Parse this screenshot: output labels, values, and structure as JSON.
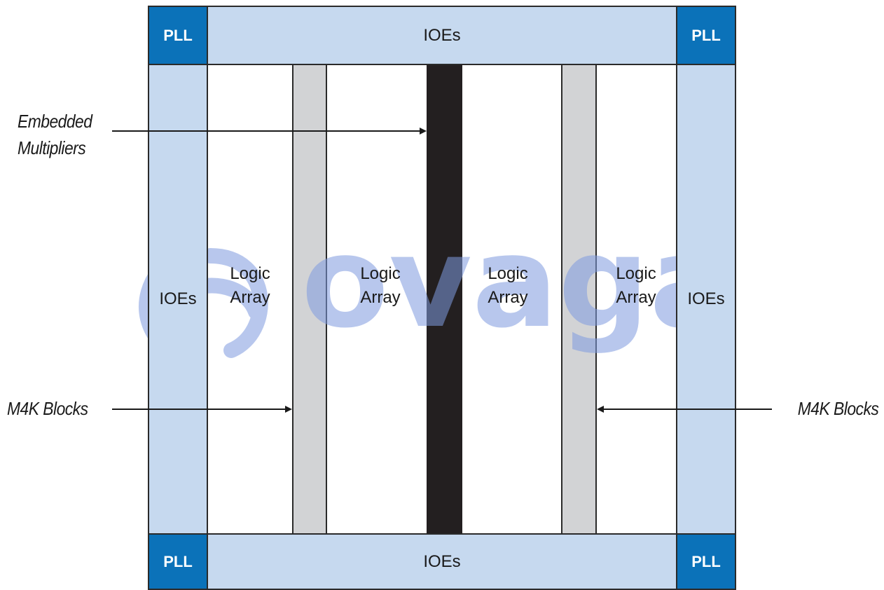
{
  "pll": {
    "tl": "PLL",
    "tr": "PLL",
    "bl": "PLL",
    "br": "PLL"
  },
  "ioe": {
    "top": "IOEs",
    "bottom": "IOEs",
    "left": "IOEs",
    "right": "IOEs"
  },
  "logic_arrays": [
    [
      "Logic",
      "Array"
    ],
    [
      "Logic",
      "Array"
    ],
    [
      "Logic",
      "Array"
    ],
    [
      "Logic",
      "Array"
    ]
  ],
  "callouts": {
    "embedded": [
      "Embedded",
      "Multipliers"
    ],
    "m4k_left": "M4K Blocks",
    "m4k_right": "M4K Blocks"
  },
  "watermark": "ovaga",
  "colors": {
    "pll": "#0b72b9",
    "ioe": "#c6d9ef",
    "m4k": "#d2d3d5",
    "multiplier": "#231f20",
    "watermark": "#7f9be0"
  }
}
